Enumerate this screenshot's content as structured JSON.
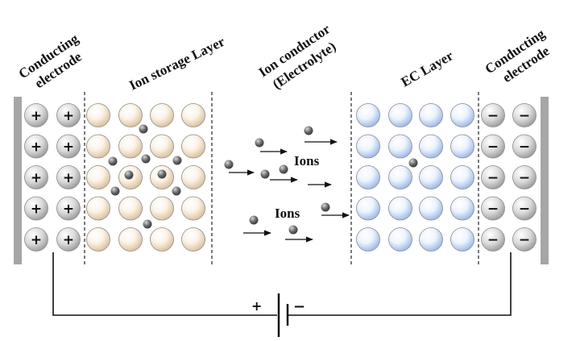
{
  "labels": {
    "left_electrode_line1": "Conducting",
    "left_electrode_line2": "electrode",
    "ion_storage": "Ion storage Layer",
    "ion_conductor_line1": "Ion conductor",
    "ion_conductor_line2": "(Electrolyte)",
    "ec_layer": "EC Layer",
    "right_electrode_line1": "Conducting",
    "right_electrode_line2": "electrode",
    "ions_upper": "Ions",
    "ions_lower": "Ions"
  },
  "symbols": {
    "plus": "+",
    "minus": "−",
    "battery_plus": "+",
    "battery_minus": "−"
  },
  "grid": {
    "rows": 5,
    "storage_cols": 4,
    "ec_cols": 4,
    "charge_cols": 2
  },
  "colors": {
    "storage_ball": "#e6c9a4",
    "ec_ball": "#a9c5ef",
    "charge_ball": "#bdbdbd",
    "electrode_bar": "#a6a6a6",
    "ion": "#5a5a5a"
  }
}
